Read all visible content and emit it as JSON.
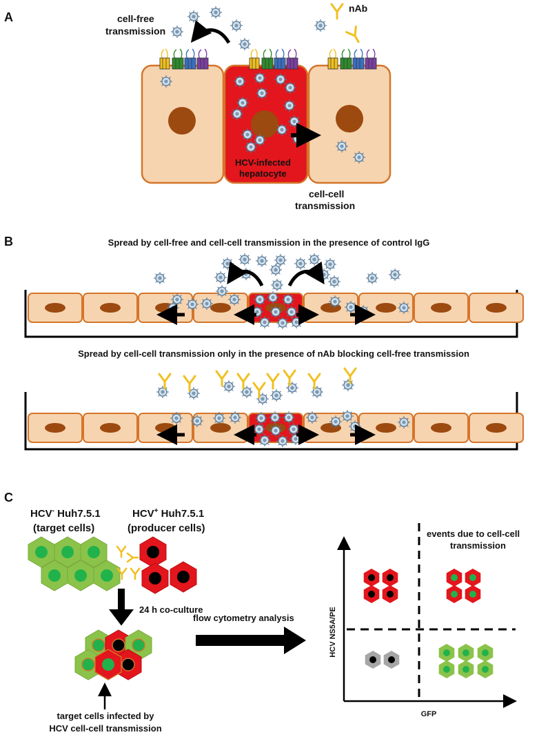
{
  "panel_a": {
    "letter": "A",
    "cell_free_l1": "cell-free",
    "cell_free_l2": "transmission",
    "nab": "nAb",
    "infected_l1": "HCV-infected",
    "infected_l2": "hepatocyte",
    "cell_cell_l1": "cell-cell",
    "cell_cell_l2": "transmission"
  },
  "panel_b": {
    "letter": "B",
    "top_title": "Spread by cell-free and cell-cell transmission in the presence of control IgG",
    "bottom_title": "Spread by cell-cell transmission only in the presence of  nAb blocking cell-free transmission"
  },
  "panel_c": {
    "letter": "C",
    "target_prefix": "HCV",
    "target_sup": "-",
    "target_suffix": " Huh7.5.1",
    "target_sub": "(target cells)",
    "producer_prefix": "HCV",
    "producer_sup": "+",
    "producer_suffix": " Huh7.5.1",
    "producer_sub": "(producer cells)",
    "coculture": "24 h co-culture",
    "flow": "flow cytometry analysis",
    "infected_l1": "target cells infected by",
    "infected_l2": "HCV cell-cell transmission",
    "y_axis": "HCV NS5A/PE",
    "x_axis": "GFP",
    "events_l1": "events due to cell-cell",
    "events_l2": "transmission"
  },
  "colors": {
    "healthy_cell": "#f7d4b0",
    "infected_cell": "#e2161c",
    "cell_border": "#d4752a",
    "nucleus": "#9c4a10",
    "antibody": "#f0c020",
    "gfp_green": "#22b24c",
    "hex_green": "#8bc34a",
    "hex_grey": "#a6a6a6"
  }
}
